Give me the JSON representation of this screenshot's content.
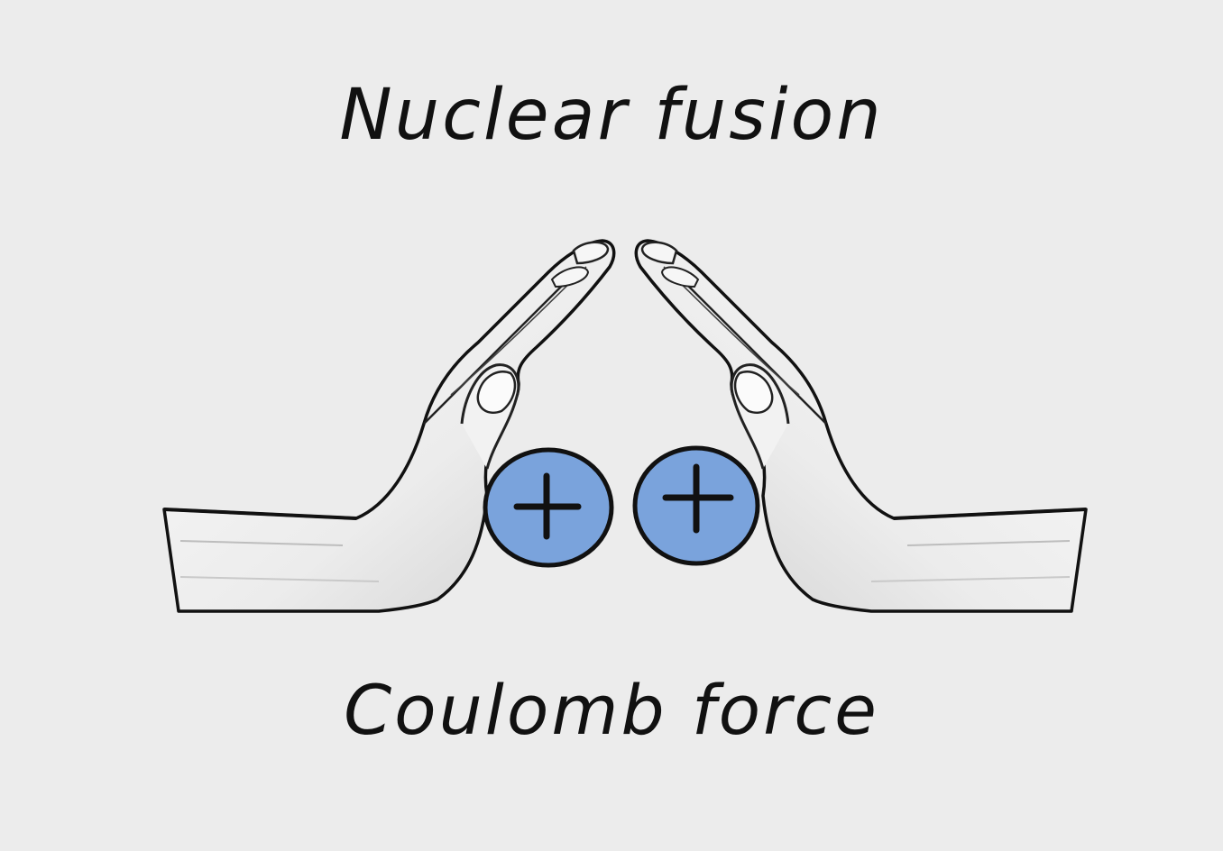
{
  "title": "Nuclear fusion",
  "subtitle": "Coulomb force",
  "particles": [
    {
      "name": "left-proton",
      "symbol": "+",
      "fill": "#7aa3dc"
    },
    {
      "name": "right-proton",
      "symbol": "+",
      "fill": "#7aa3dc"
    }
  ],
  "colors": {
    "background": "#ececec",
    "ink": "#111111",
    "skin": "#f4f4f4",
    "skin_shade": "#cfcfcf",
    "proton_fill": "#7aa3dc"
  },
  "icons": [
    "left-hand-icon",
    "right-hand-icon",
    "plus-icon"
  ]
}
